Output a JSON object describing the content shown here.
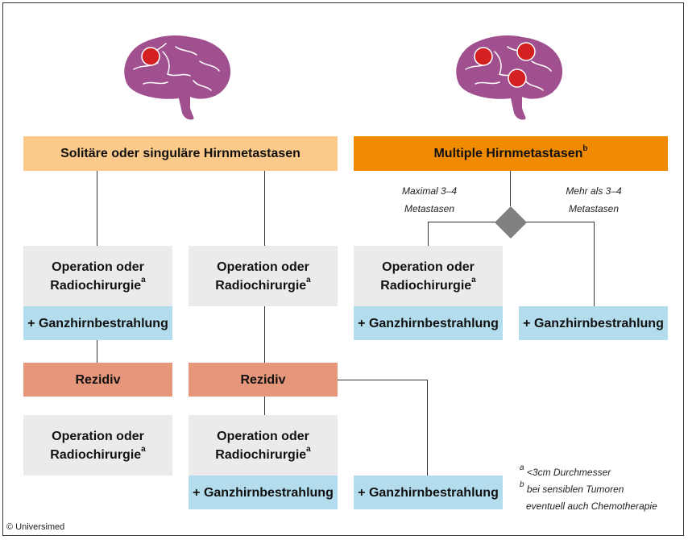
{
  "headers": {
    "left": "Solitäre oder singuläre Hirnmetastasen",
    "right": "Multiple Hirnmetastasen",
    "right_sup": "b"
  },
  "branch_labels": {
    "left_1": "Maximal 3–4",
    "left_2": "Metastasen",
    "right_1": "Mehr als 3–4",
    "right_2": "Metastasen"
  },
  "boxes": {
    "op_line1": "Operation oder",
    "op_line2": "Radiochirurgie",
    "op_sup": "a",
    "whole_brain": "+ Ganzhirnbestrahlung",
    "recurrence": "Rezidiv"
  },
  "footnotes": {
    "a_mark": "a",
    "a_text": "<3cm Durchmesser",
    "b_mark": "b",
    "b_text1": "bei sensiblen Tumoren",
    "b_text2": "eventuell auch Chemotherapie"
  },
  "copyright": "© Universimed",
  "colors": {
    "header_left": "#fbc98a",
    "header_right": "#f08a00",
    "gray_box": "#ebebeb",
    "blue_box": "#b3dcec",
    "recurrence_box": "#e6967a",
    "brain": "#a0508f",
    "metastasis": "#d42020",
    "diamond": "#808080"
  },
  "icons": [
    "brain-single-metastasis-icon",
    "brain-multiple-metastases-icon"
  ]
}
